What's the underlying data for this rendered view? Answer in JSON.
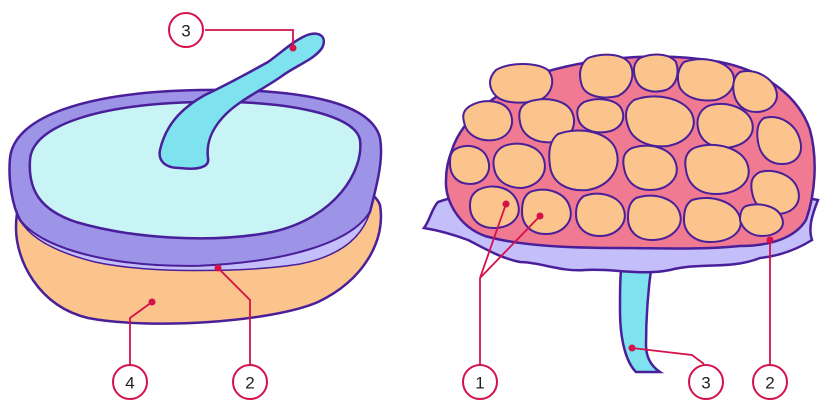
{
  "colors": {
    "outline": "#4a1f9a",
    "maternal_surface": "#fbc48c",
    "fetal_surface": "#c8f4f6",
    "membrane": "#9d94e8",
    "membrane_light": "#c4befa",
    "umbilical_cord": "#7ee3ef",
    "septa": "#ef7a92",
    "leader": "#d4114a"
  },
  "labels": [
    {
      "id": "cord-left",
      "text": "3"
    },
    {
      "id": "maternal-left",
      "text": "4"
    },
    {
      "id": "membrane-left",
      "text": "2"
    },
    {
      "id": "cotyledons",
      "text": "1"
    },
    {
      "id": "cord-right",
      "text": "3"
    },
    {
      "id": "membrane-right",
      "text": "2"
    }
  ]
}
